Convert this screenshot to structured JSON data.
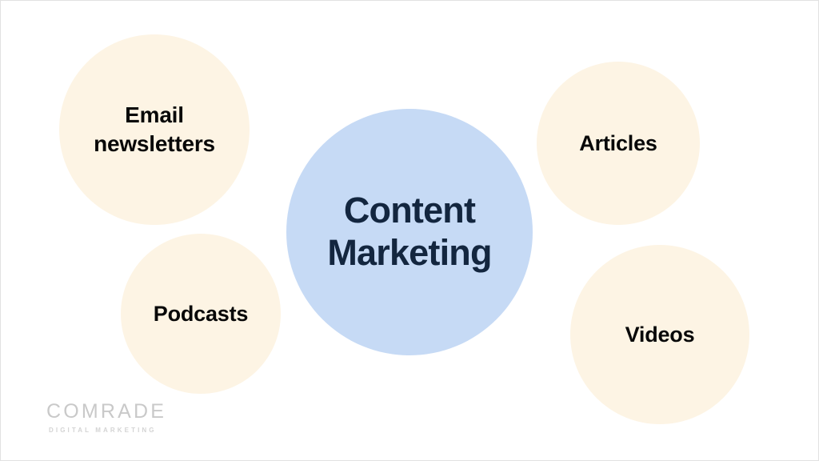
{
  "diagram": {
    "type": "hub-and-spoke bubble diagram",
    "background_color": "#ffffff",
    "border_color": "#e2e2e2",
    "hub": {
      "label": "Content\nMarketing",
      "fill_color": "#c6daf5",
      "text_color": "#13263f"
    },
    "satellites": [
      {
        "key": "email-newsletters",
        "label": "Email\nnewsletters",
        "fill_color": "#fdf4e4",
        "text_color": "#080808"
      },
      {
        "key": "articles",
        "label": "Articles",
        "fill_color": "#fdf4e4",
        "text_color": "#080808"
      },
      {
        "key": "podcasts",
        "label": "Podcasts",
        "fill_color": "#fdf4e4",
        "text_color": "#080808"
      },
      {
        "key": "videos",
        "label": "Videos",
        "fill_color": "#fdf4e4",
        "text_color": "#080808"
      }
    ]
  },
  "brand": {
    "name": "COMRADE",
    "tagline": "DIGITAL MARKETING",
    "color": "#c9c9c9"
  }
}
